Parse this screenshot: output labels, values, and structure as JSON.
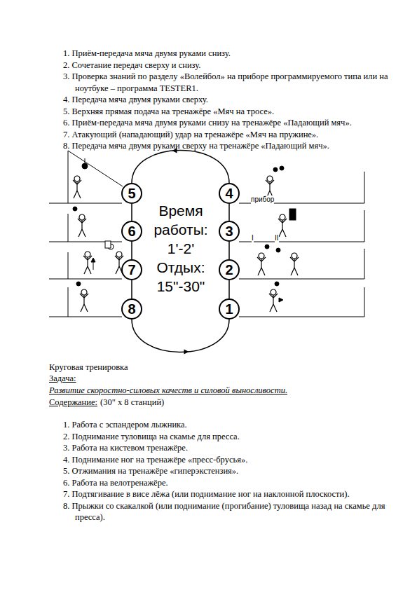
{
  "diagram": {
    "nodes": [
      {
        "text": [
          "5"
        ]
      },
      {
        "text": [
          "4"
        ]
      },
      {
        "text": [
          "6"
        ]
      },
      {
        "text": [
          "3"
        ]
      },
      {
        "text": [
          "7"
        ]
      },
      {
        "text": [
          "2"
        ]
      },
      {
        "text": [
          "8"
        ]
      },
      {
        "text": [
          "1"
        ]
      }
    ],
    "edges": [
      {
        "from": 7,
        "to": 5,
        "arrow": "none"
      },
      {
        "from": 5,
        "to": 3,
        "arrow": "none"
      },
      {
        "from": 3,
        "to": 1,
        "arrow": "none"
      },
      {
        "from": 1,
        "to": 0,
        "arrow": "to"
      },
      {
        "from": 0,
        "to": 2,
        "arrow": "none"
      },
      {
        "from": 2,
        "to": 4,
        "arrow": "none"
      },
      {
        "from": 4,
        "to": 6,
        "arrow": "none"
      },
      {
        "from": 6,
        "to": 7,
        "arrow": "to"
      }
    ],
    "labels": [
      "1. Приём-передача мяча двумя руками снизу.",
      "2. Сочетание передач сверху и снизу.",
      "3. Проверка знаний по разделу «Волейбол» на  приборе программируемого типа или на ноутбуке – программа TESTER1.",
      "4. Передача мяча двумя руками сверху.",
      "5. Верхняя прямая подача на тренажёре «Мяч на тросе».",
      "6. Приём-передача мяча двумя руками снизу на тренажёре «Падающий мяч».",
      "7. Атакующий (нападающий) удар на тренажёре «Мяч на пружине».",
      "8. Передача мяча двумя руками сверху на тренажёре «Падающий мяч».",
      "Время работы: 1'-2' Отдых: 15\"-30\"",
      "прибор",
      "I",
      "II",
      "Круговая тренировка",
      "Задача:",
      "Развитие скоростно-силовых качеств и силовой выносливости.",
      "Содержание:",
      "(30\" х 8 станций)",
      "1. Работа с эспандером лыжника.",
      "2. Поднимание туловища на скамье для пресса.",
      "3. Работа на кистевом тренажёре.",
      "4. Поднимание ног на тренажёре «пресс-брусья».",
      "5. Отжимания на тренажёре «гиперэкстензия».",
      "6. Работа на велотренажёре.",
      "7. Подтягивание в висе лёжа (или поднимание ног на наклонной плоскости).",
      "8. Прыжки со скакалкой (или поднимание (прогибание) туловища назад на скамье для пресса)."
    ]
  }
}
